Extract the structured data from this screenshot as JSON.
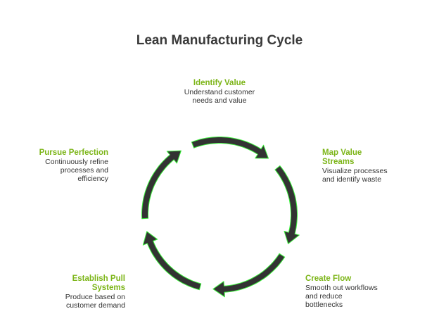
{
  "title": "Lean Manufacturing Cycle",
  "colors": {
    "heading": "#7cb518",
    "text": "#333333",
    "arrow_fill": "#333333",
    "arrow_outline": "#3cf03c"
  },
  "steps": [
    {
      "title": "Identify Value",
      "title_lines": [
        "Identify Value"
      ],
      "desc_lines": [
        "Understand customer",
        "needs and value"
      ]
    },
    {
      "title": "Map Value Streams",
      "title_lines": [
        "Map Value",
        "Streams"
      ],
      "desc_lines": [
        "Visualize processes",
        "and identify waste"
      ]
    },
    {
      "title": "Create Flow",
      "title_lines": [
        "Create Flow"
      ],
      "desc_lines": [
        "Smooth out workflows",
        "and reduce",
        "bottlenecks"
      ]
    },
    {
      "title": "Establish Pull Systems",
      "title_lines": [
        "Establish Pull",
        "Systems"
      ],
      "desc_lines": [
        "Produce based on",
        "customer demand"
      ]
    },
    {
      "title": "Pursue Perfection",
      "title_lines": [
        "Pursue Perfection"
      ],
      "desc_lines": [
        "Continuously refine",
        "processes and",
        "efficiency"
      ]
    }
  ]
}
